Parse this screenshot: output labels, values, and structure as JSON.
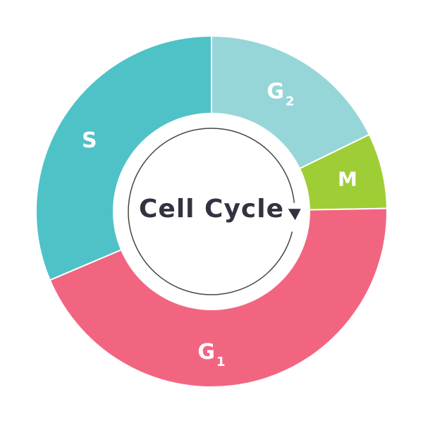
{
  "diagram": {
    "center_title": "Cell Cycle",
    "colors": {
      "background": "#ffffff",
      "inner_disc": "#ffffff",
      "inner_line": "#444444",
      "text_dark": "#343240",
      "label_text": "#ffffff"
    },
    "segments": [
      {
        "id": "m",
        "letter": "M",
        "subscript": "",
        "color": "#9fcd35"
      },
      {
        "id": "g1",
        "letter": "G",
        "subscript": "1",
        "color": "#f26581"
      },
      {
        "id": "s",
        "letter": "S",
        "subscript": "",
        "color": "#4fc2c8"
      },
      {
        "id": "g2",
        "letter": "G",
        "subscript": "2",
        "color": "#97d6d8"
      }
    ]
  }
}
